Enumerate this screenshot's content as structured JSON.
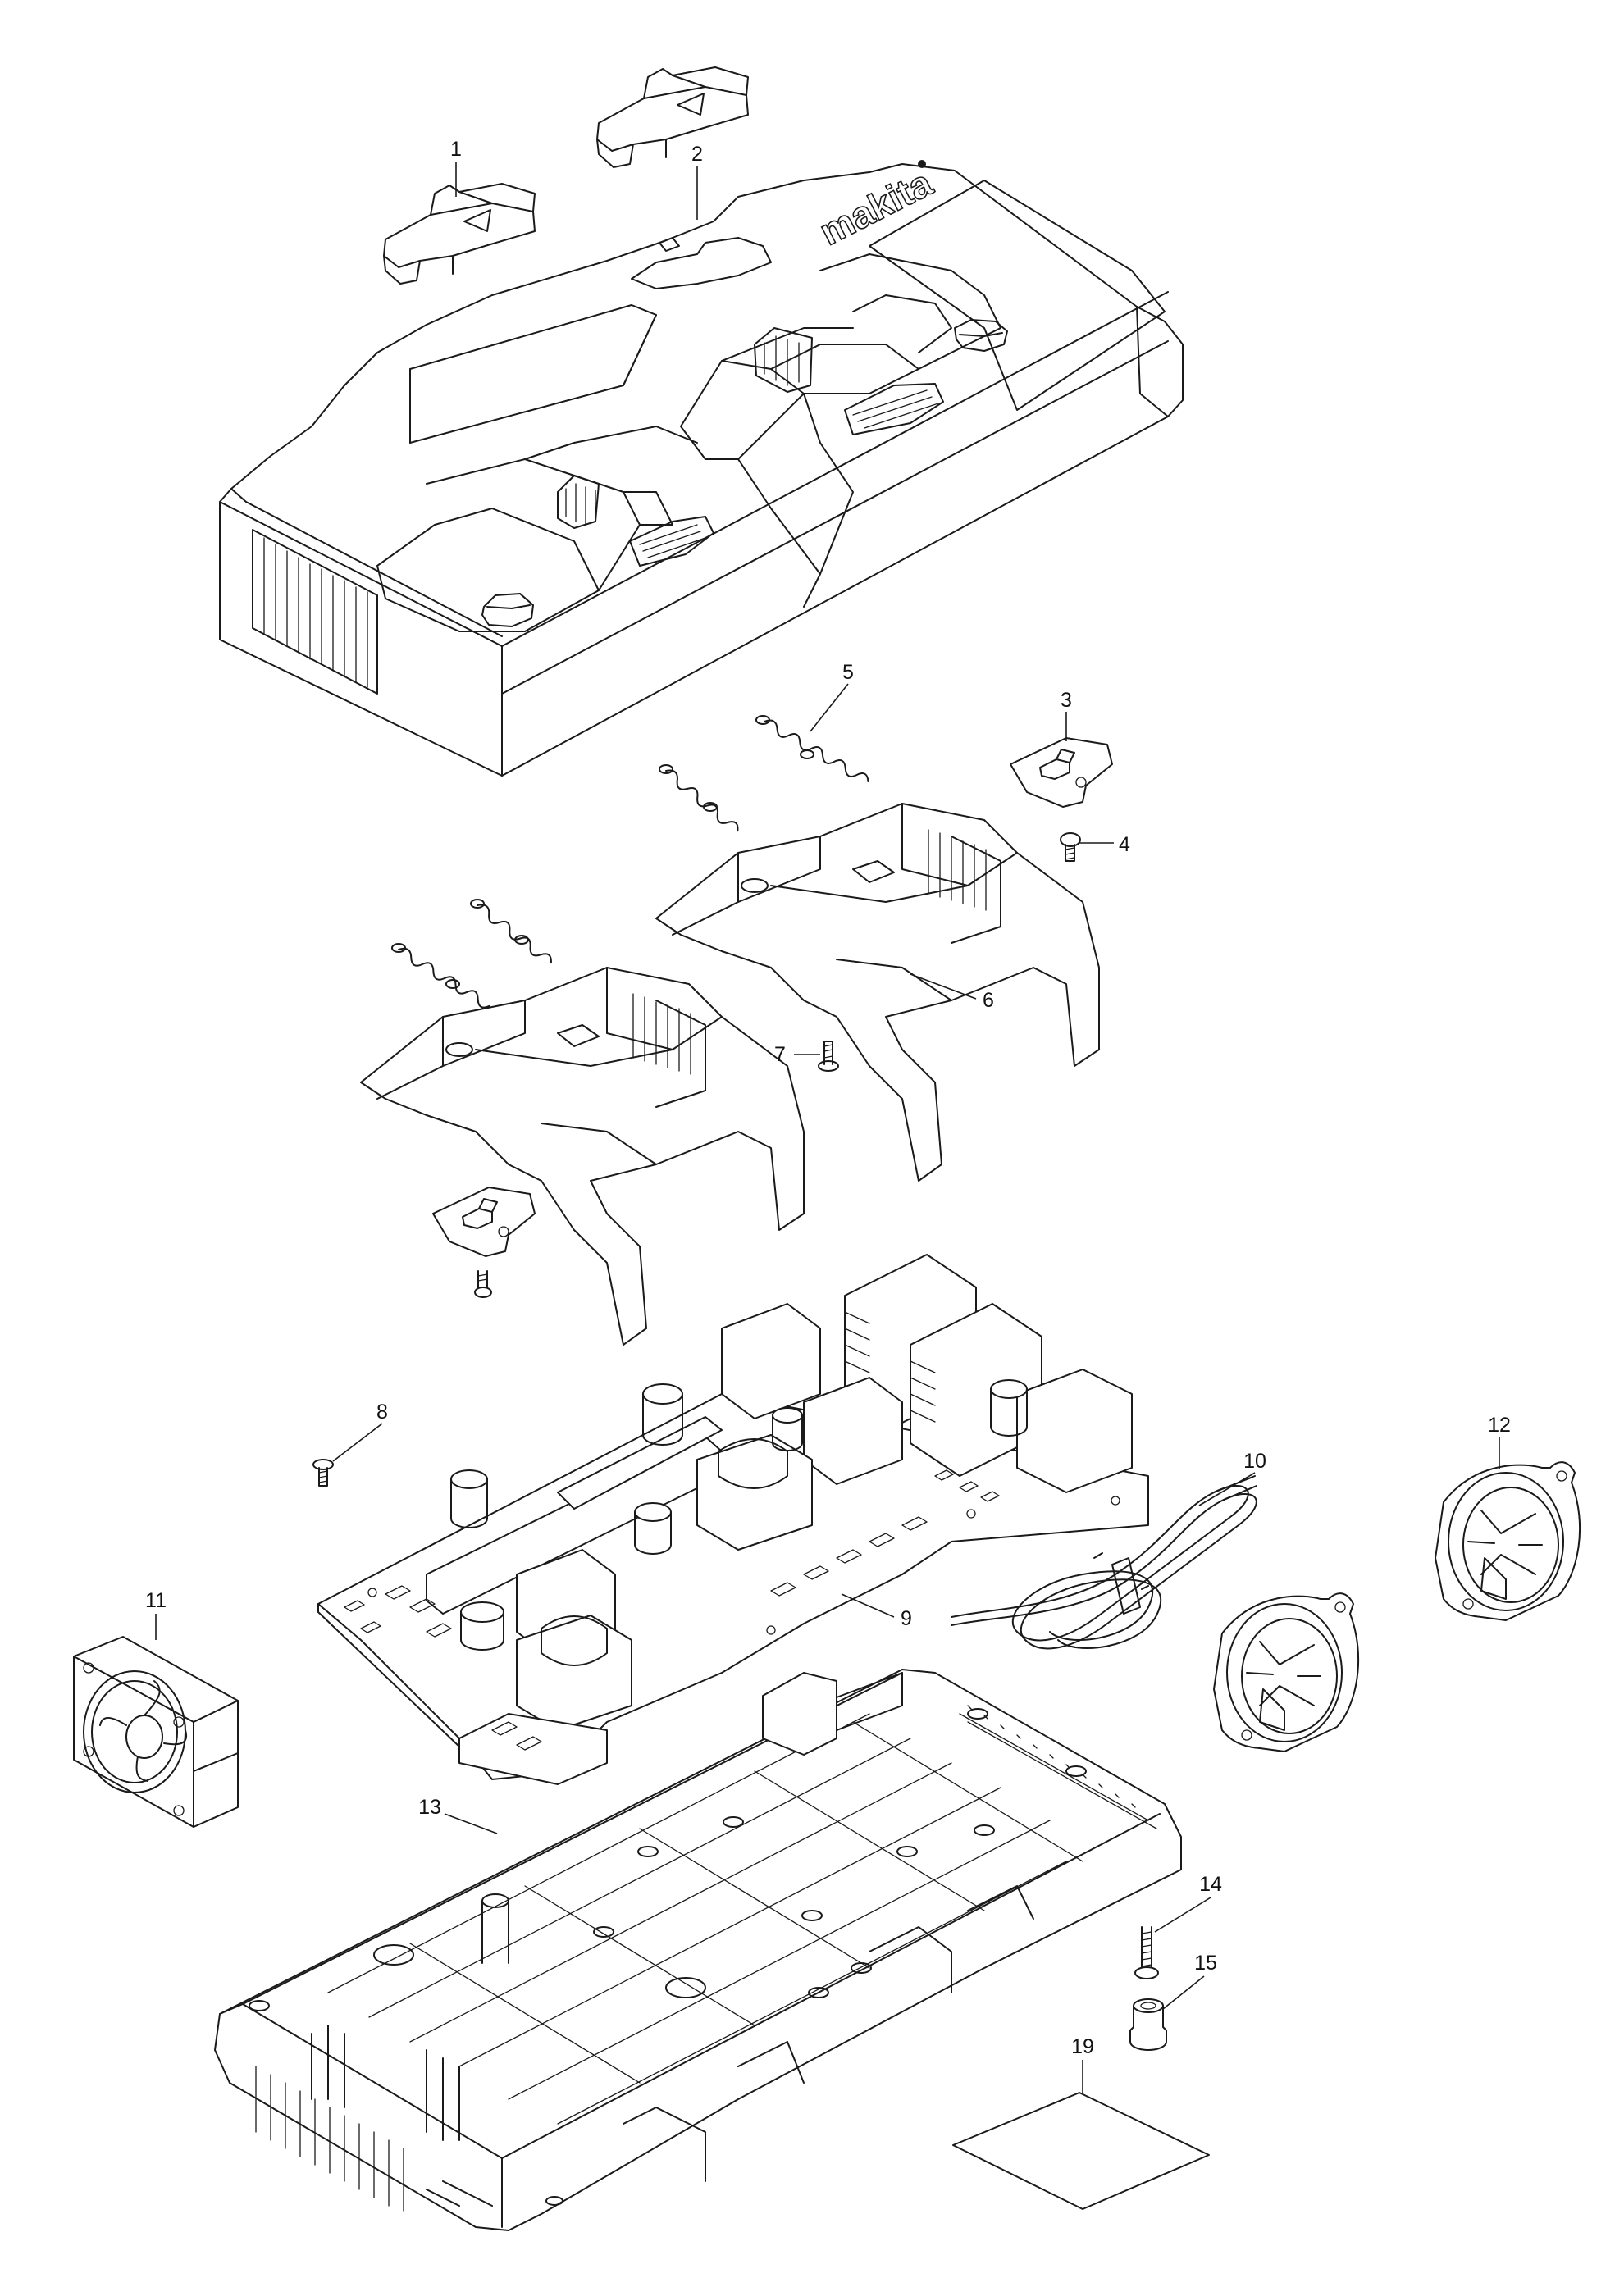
{
  "diagram": {
    "brand_mark": "makita",
    "part_numbers": [
      "1",
      "2",
      "3",
      "4",
      "5",
      "6",
      "7",
      "8",
      "9",
      "10",
      "11",
      "12",
      "13",
      "14",
      "15",
      "19"
    ]
  }
}
